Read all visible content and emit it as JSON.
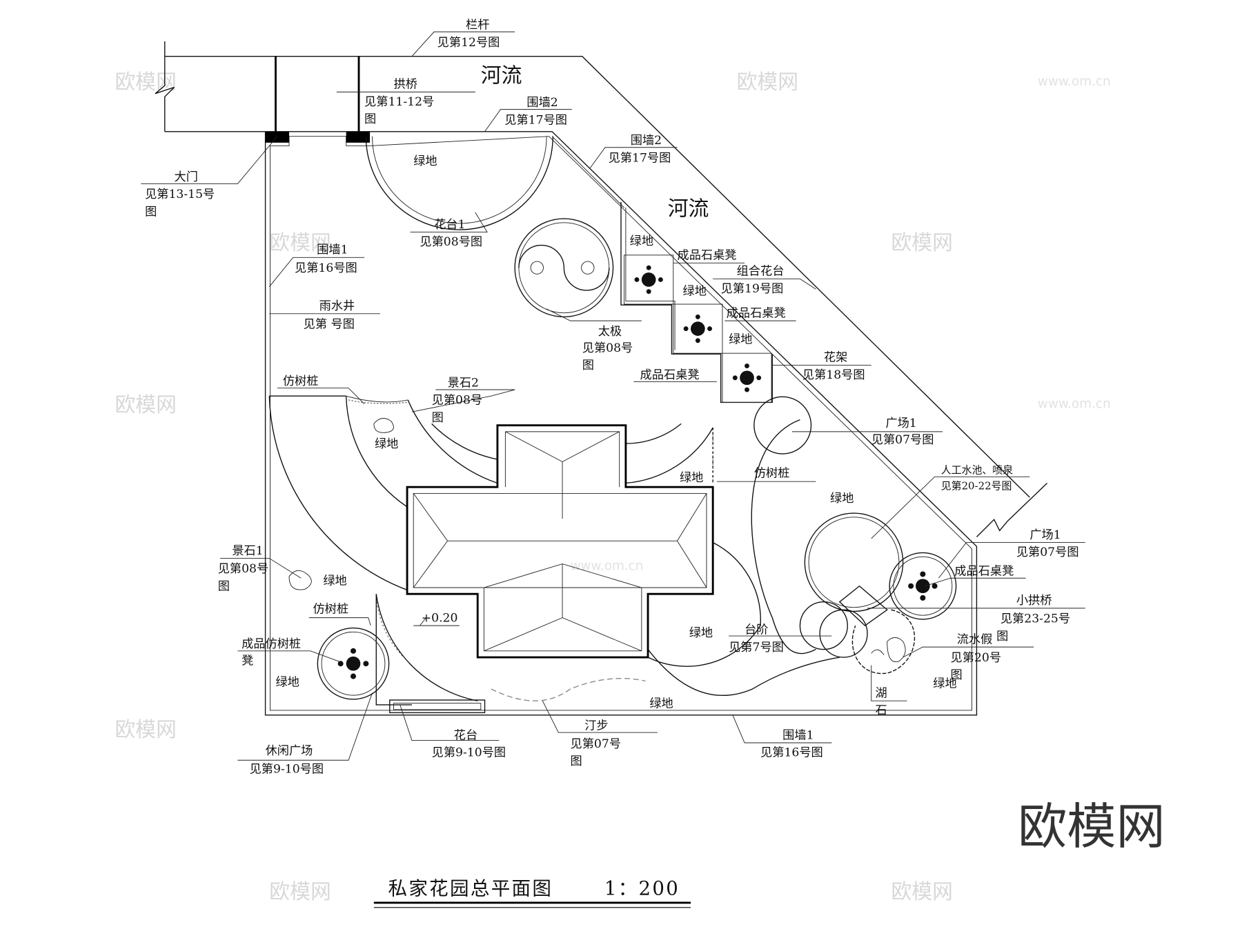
{
  "title": "私家花园总平面图",
  "scale": "1：200",
  "watermark": {
    "brand": "欧模网",
    "url": "www.om.cn",
    "logo": "欧模网"
  },
  "labels": {
    "langan": "栏杆",
    "langan_ref": "见第12号图",
    "river1": "河流",
    "river2": "河流",
    "gongqiao": "拱桥",
    "gongqiao_ref": "见第11-12号",
    "gongqiao_ref2": "图",
    "weiqiang2a": "围墙2",
    "weiqiang2a_ref": "见第17号图",
    "weiqiang2b": "围墙2",
    "weiqiang2b_ref": "见第17号图",
    "damen": "大门",
    "damen_ref": "见第13-15号",
    "damen_ref2": "图",
    "lvdi_top": "绿地",
    "huatai1": "花台1",
    "huatai1_ref": "见第08号图",
    "weiqiang1a": "围墙1",
    "weiqiang1a_ref": "见第16号图",
    "yushuijing": "雨水井",
    "yushuijing_ref": "见第  号图",
    "taiji": "太极",
    "taiji_ref": "见第08号",
    "taiji_ref2": "图",
    "lvdi_s1": "绿地",
    "bench_s1": "成品石桌凳",
    "zuhe": "组合花台",
    "zuhe_ref": "见第19号图",
    "lvdi_s2": "绿地",
    "bench_s2": "成品石桌凳",
    "lvdi_s3": "绿地",
    "huajia": "花架",
    "huajia_ref": "见第18号图",
    "bench_s3": "成品石桌凳",
    "fangshuzhuang1": "仿树桩",
    "jingshi2": "景石2",
    "jingshi2_ref": "见第08号",
    "jingshi2_ref2": "图",
    "lvdi_l1": "绿地",
    "guangchang1a": "广场1",
    "guangchang1a_ref": "见第07号图",
    "lvdi_m1": "绿地",
    "fangshuzhuang2": "仿树桩",
    "pool": "人工水池、喷泉",
    "pool_ref": "见第20-22号图",
    "lvdi_r1": "绿地",
    "guangchang1b": "广场1",
    "guangchang1b_ref": "见第07号图",
    "bench_r": "成品石桌凳",
    "jingshi1": "景石1",
    "jingshi1_ref": "见第08号",
    "jingshi1_ref2": "图",
    "lvdi_l2": "绿地",
    "fangshuzhuang3": "仿树桩",
    "elev": "+0.20",
    "xiaogongqiao": "小拱桥",
    "xiaogongqiao_ref": "见第23-25号",
    "bench_l": "成品仿树桩",
    "bench_l2": "凳",
    "lvdi_l3": "绿地",
    "lvdi_m2": "绿地",
    "taijie": "台阶",
    "taijie_ref": "见第7号图",
    "jiashan": "流水假",
    "jiashan_tu": "图",
    "jiashan_ref": "见第20号",
    "jiashan_ref2": "图",
    "lvdi_r2": "绿地",
    "hushi1": "湖",
    "hushi2": "石",
    "lvdi_b": "绿地",
    "huatai": "花台",
    "huatai_ref": "见第9-10号图",
    "tingbu": "汀步",
    "tingbu_ref": "见第07号",
    "tingbu_ref2": "图",
    "weiqiang1b": "围墙1",
    "weiqiang1b_ref": "见第16号图",
    "xiuxian": "休闲广场",
    "xiuxian_ref": "见第9-10号图"
  }
}
